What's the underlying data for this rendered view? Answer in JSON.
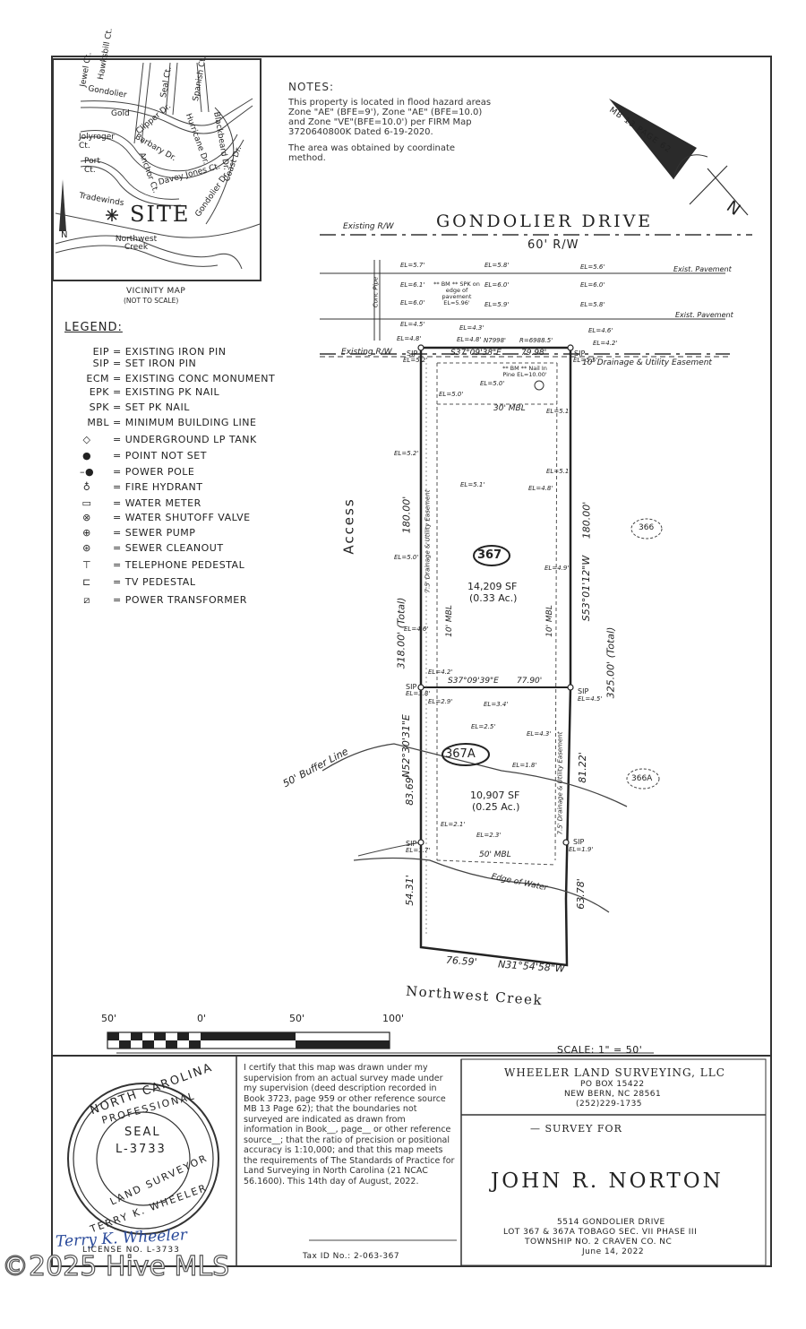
{
  "notes": {
    "title": "NOTES:",
    "note1": "This property is located in flood hazard areas Zone \"AE\" (BFE=9'), Zone \"AE\" (BFE=10.0) and Zone \"VE\"(BFE=10.0') per FIRM Map 3720640800K Dated 6-19-2020.",
    "note2": "The area was obtained by coordinate method."
  },
  "vicinity_map": {
    "caption_line1": "VICINITY MAP",
    "caption_line2": "(NOT TO SCALE)",
    "site_label": "SITE",
    "north": "N",
    "streets": [
      "Gondolier",
      "Gold",
      "Jolyroger Ct.",
      "Port Ct.",
      "Tradewinds",
      "Northwest Creek",
      "Clipper Dr.",
      "Barbary Dr.",
      "Hurricane Dr.",
      "Davey Jones Ct.",
      "Coast Dr.",
      "Gondolier Dr.",
      "Hawksbill Ct.",
      "Jewel Ct.",
      "Seal Ct.",
      "Spanish Ct.",
      "Blackbeard Dr.",
      "Anchor Ct."
    ]
  },
  "north_arrow": {
    "ref": "MB 13 PAGE 62",
    "label": "N"
  },
  "road": {
    "name": "GONDOLIER DRIVE",
    "row": "60' R/W",
    "existing_rw": "Existing R/W",
    "exist_pavement": "Exist. Pavement"
  },
  "plat": {
    "conc_pipe": "Conc Pipe",
    "bm_note": "** BM ** SPK on edge of pavement EL=5.96'",
    "bm_note2": "** BM ** Nail In Pine EL=10.00'",
    "easement_top": "10' Drainage & Utility Easement",
    "bearing_top": "S37°09'38\"E",
    "dist_top": "79.98'",
    "n_bearing": "N7998'",
    "radius": "R=6988.5'",
    "mbl_30": "30' MBL",
    "mbl_10a": "10' MBL",
    "mbl_10b": "10' MBL",
    "mbl_50": "50' MBL",
    "lot_367": "367",
    "area_367": "14,209 SF",
    "acres_367": "(0.33 Ac.)",
    "lot_367a": "367A",
    "area_367a": "10,907 SF",
    "acres_367a": "(0.25 Ac.)",
    "lot_366": "366",
    "lot_366a": "366A",
    "access": "Access",
    "west_180": "180.00'",
    "west_total": "318.00' (Total)",
    "west_bearing": "N52°30'31\"E",
    "west_8369": "83.69'",
    "west_5431": "54.31'",
    "east_180": "180.00'",
    "east_bearing": "S53°01'12\"W",
    "east_total": "325.00' (Total)",
    "east_8122": "81.22'",
    "east_6378": "63.78'",
    "mid_bearing": "S37°09'39\"E",
    "mid_dist": "77.90'",
    "bottom_dist": "76.59'",
    "bottom_bearing": "N31°54'58\"W",
    "easement_side": "7.5' Drainage & Utility Easement",
    "buffer_line": "50' Buffer Line",
    "edge_water": "Edge of Water",
    "creek": "Northwest Creek",
    "sip": "SIP",
    "elevations": [
      "EL=5.7'",
      "EL=5.8'",
      "EL=5.6'",
      "EL=6.1'",
      "EL=6.0'",
      "EL=6.0'",
      "EL=6.0'",
      "EL=5.9'",
      "EL=5.8'",
      "EL=4.5'",
      "EL=4.8'",
      "EL=4.3'",
      "EL=4.8'",
      "EL=4.6'",
      "EL=4.2'",
      "EL=5.2'",
      "EL=5.5'",
      "EL=5.0'",
      "EL=5.0'",
      "EL=5.1'",
      "EL=5.2'",
      "EL=5.1'",
      "EL=4.8'",
      "EL=5.1'",
      "EL=5.0'",
      "EL=4.9'",
      "EL=4.6'",
      "EL=4.2'",
      "EL=3.8'",
      "EL=4.5'",
      "EL=2.9'",
      "EL=3.4'",
      "EL=2.5'",
      "EL=4.3'",
      "EL=1.8'",
      "EL=2.1'",
      "EL=2.3'",
      "EL=1.7'",
      "EL=1.9'"
    ]
  },
  "legend": {
    "title": "LEGEND:",
    "items": [
      {
        "code": "EIP",
        "desc": "= EXISTING IRON PIN"
      },
      {
        "code": "SIP",
        "desc": "= SET IRON PIN"
      },
      {
        "code": "ECM",
        "desc": "= EXISTING CONC MONUMENT"
      },
      {
        "code": "EPK",
        "desc": "= EXISTING PK NAIL"
      },
      {
        "code": "SPK",
        "desc": "= SET PK NAIL"
      },
      {
        "code": "MBL",
        "desc": "= MINIMUM BUILDING LINE"
      },
      {
        "code": "",
        "desc": "= UNDERGROUND LP TANK"
      },
      {
        "code": "",
        "desc": "= POINT NOT SET"
      },
      {
        "code": "",
        "desc": "= POWER POLE"
      },
      {
        "code": "",
        "desc": "= FIRE HYDRANT"
      },
      {
        "code": "",
        "desc": "= WATER METER"
      },
      {
        "code": "",
        "desc": "= WATER SHUTOFF VALVE"
      },
      {
        "code": "",
        "desc": "= SEWER PUMP"
      },
      {
        "code": "",
        "desc": "= SEWER CLEANOUT"
      },
      {
        "code": "",
        "desc": "= TELEPHONE PEDESTAL"
      },
      {
        "code": "",
        "desc": "= TV PEDESTAL"
      },
      {
        "code": "",
        "desc": "= POWER TRANSFORMER"
      }
    ]
  },
  "scale": {
    "ticks": [
      "50'",
      "0'",
      "50'",
      "100'"
    ],
    "label": "SCALE: 1\" = 50'"
  },
  "seal": {
    "state": "NORTH CAROLINA",
    "professional": "PROFESSIONAL",
    "seal": "SEAL",
    "license": "L-3733",
    "title": "LAND SURVEYOR",
    "name": "TERRY K. WHEELER",
    "signature": "Terry K. Wheeler"
  },
  "license_line": "LICENSE NO.  L-3733",
  "certification": "I certify that this map was drawn under my supervision from an actual survey made under my supervision (deed description recorded in Book 3723, page 959 or other reference source MB 13 Page 62); that the boundaries not surveyed are indicated as drawn from information in Book__, page__ or other reference source__; that the ratio of precision or positional accuracy is 1:10,000; and that this map meets the requirements of The Standards of Practice for Land Surveying in North Carolina (21 NCAC 56.1600). This 14th day of August, 2022.",
  "tax_id": "Tax ID No.: 2-063-367",
  "company": {
    "name": "WHEELER LAND SURVEYING, LLC",
    "po": "PO BOX 15422",
    "city": "NEW BERN, NC  28561",
    "phone": "(252)229-1735"
  },
  "survey_for": "SURVEY FOR",
  "client": "JOHN  R. NORTON",
  "property": {
    "line1": "5514   GONDOLIER DRIVE",
    "line2": "LOT 367 & 367A    TOBAGO   SEC. VII  PHASE III",
    "line3": "TOWNSHIP NO. 2    CRAVEN CO.    NC",
    "date": "June 14, 2022"
  },
  "watermark": "©2025 Hive MLS"
}
